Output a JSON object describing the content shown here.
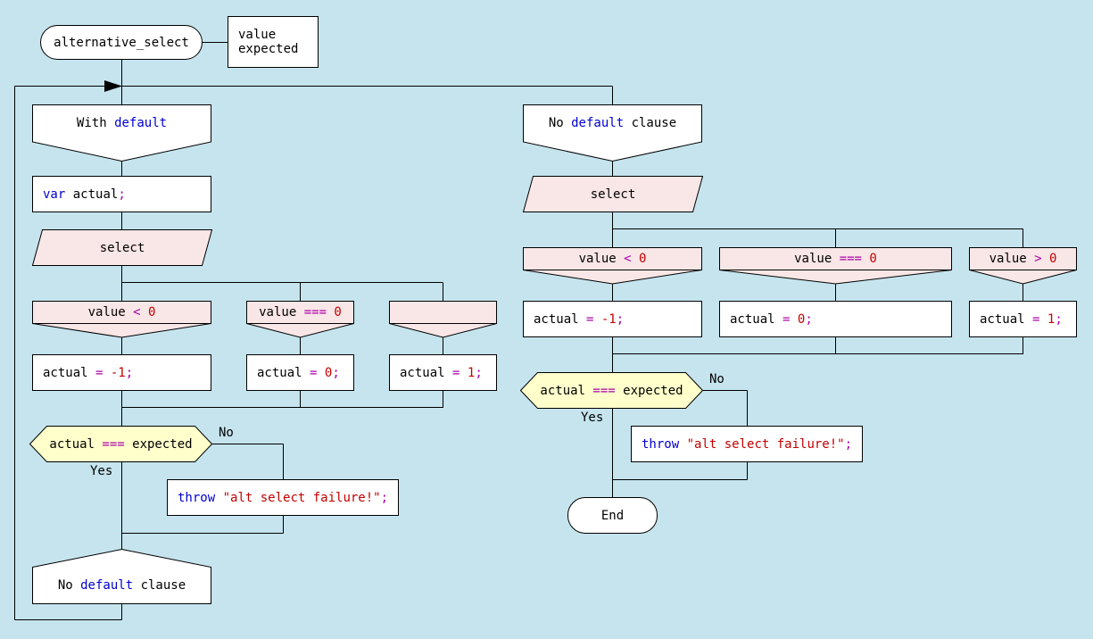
{
  "colors": {
    "background": "#c5e4ee",
    "shape_white": "#ffffff",
    "shape_pink": "#f9e6e6",
    "shape_yellow": "#ffffcc",
    "line": "#000000",
    "keyword": "#0000d0",
    "operator": "#aa00aa",
    "literal": "#c40000"
  },
  "start": {
    "label": "alternative_select"
  },
  "params": {
    "text": "value\nexpected"
  },
  "labels": {
    "yes": "Yes",
    "no": "No"
  },
  "left_branch": {
    "header": {
      "t1": "With ",
      "kw": "default"
    },
    "var_decl": {
      "kw": "var",
      "t1": " actual",
      "semi": ";"
    },
    "select": "select",
    "case1": {
      "t1": "value ",
      "op": "< ",
      "num": "0"
    },
    "case2": {
      "t1": "value ",
      "op": "=== ",
      "num": "0"
    },
    "action1": {
      "t1": "actual ",
      "op": "= ",
      "num": "-1",
      "semi": ";"
    },
    "action2": {
      "t1": "actual ",
      "op": "= ",
      "num": "0",
      "semi": ";"
    },
    "action3": {
      "t1": "actual ",
      "op": "= ",
      "num": "1",
      "semi": ";"
    },
    "question": {
      "t1": "actual ",
      "op": "=== ",
      "t2": "expected"
    },
    "throw": {
      "kw": "throw",
      "str": " \"alt select failure!\"",
      "semi": ";"
    },
    "footer": {
      "t1": "No ",
      "kw": "default",
      "t2": " clause"
    }
  },
  "right_branch": {
    "header": {
      "t1": "No ",
      "kw": "default",
      "t2": " clause"
    },
    "select": "select",
    "case1": {
      "t1": "value ",
      "op": "< ",
      "num": "0"
    },
    "case2": {
      "t1": "value ",
      "op": "=== ",
      "num": "0"
    },
    "case3": {
      "t1": "value ",
      "op": "> ",
      "num": "0"
    },
    "action1": {
      "t1": "actual ",
      "op": "= ",
      "num": "-1",
      "semi": ";"
    },
    "action2": {
      "t1": "actual ",
      "op": "= ",
      "num": "0",
      "semi": ";"
    },
    "action3": {
      "t1": "actual ",
      "op": "= ",
      "num": "1",
      "semi": ";"
    },
    "question": {
      "t1": "actual ",
      "op": "=== ",
      "t2": "expected"
    },
    "throw": {
      "kw": "throw",
      "str": " \"alt select failure!\"",
      "semi": ";"
    }
  },
  "end": {
    "label": "End"
  }
}
